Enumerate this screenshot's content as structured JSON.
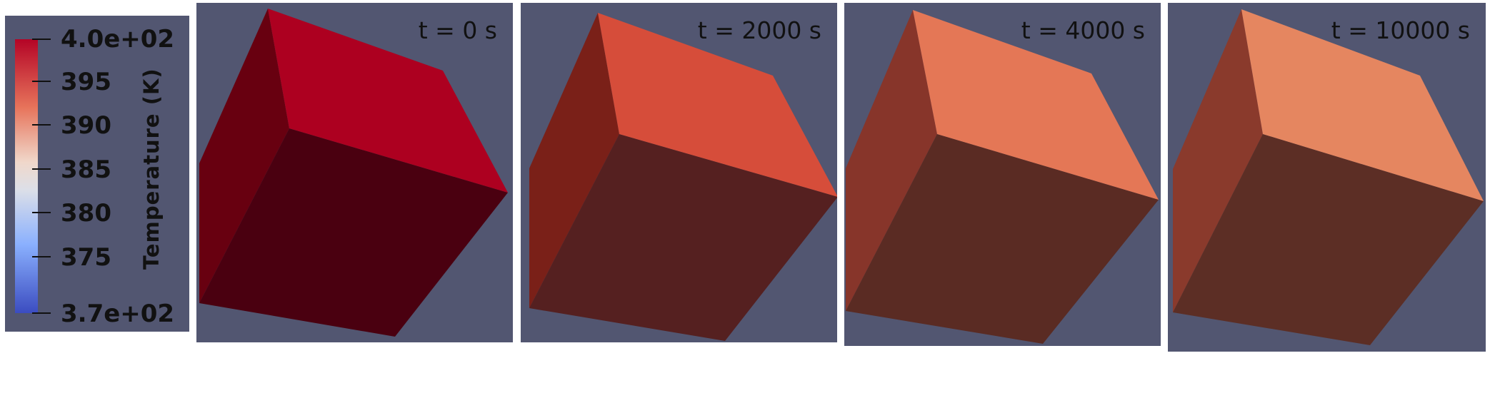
{
  "colorbar": {
    "title": "Temperature (K)",
    "tick_labels": [
      "4.0e+02",
      "395",
      "390",
      "385",
      "380",
      "375",
      "3.7e+02"
    ],
    "colors": [
      "#b40426",
      "#e7745b",
      "#f0d8cb",
      "#dcdfe8",
      "#8ab0fe",
      "#3b4cc0"
    ]
  },
  "frames": [
    {
      "time_label": "t = 0 s",
      "top_color": "#ad0020",
      "side_color": "#680010",
      "front_color": "#4a0010"
    },
    {
      "time_label": "t = 2000 s",
      "top_color": "#d64d3a",
      "side_color": "#7a2018",
      "front_color": "#552020"
    },
    {
      "time_label": "t = 4000 s",
      "top_color": "#e47756",
      "side_color": "#87352a",
      "front_color": "#5a2b23"
    },
    {
      "time_label": "t = 10000 s",
      "top_color": "#e58660",
      "side_color": "#8a3a2c",
      "front_color": "#5c2e25"
    }
  ]
}
